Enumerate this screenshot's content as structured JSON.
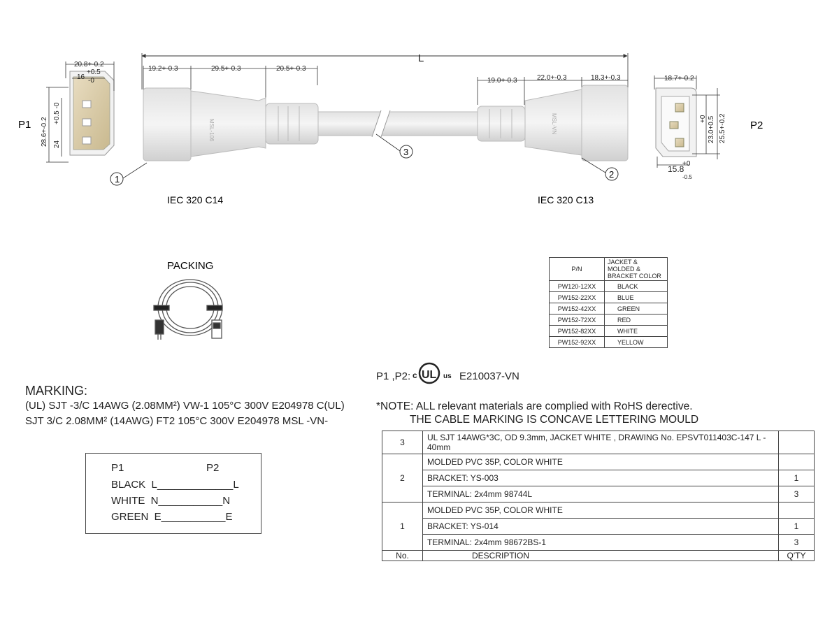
{
  "dims": {
    "overall_length": "L",
    "p1_width": "20.8+-0.2",
    "p1_inner_tol_plus": "+0.5",
    "p1_inner_width": "16",
    "p1_inner_tol_minus": "-0",
    "p1_height": "28.6+-0.2",
    "p1_inner_height": "24",
    "p1_height_tol": "+0.5\n-0",
    "c14_seg1": "19.2+-0.3",
    "c14_seg2": "29.5+-0.3",
    "c14_seg3": "20.5+-0.3",
    "c13_seg1": "19.0+-0.3",
    "c13_seg2": "22.0+-0.3",
    "c13_seg3": "18.3+-0.3",
    "p2_width": "18.7+-0.2",
    "p2_h1": "23.0+0.5",
    "p2_h1_tol": "+0",
    "p2_h2": "25.5+-0.2",
    "p2_bottom": "15.8",
    "p2_bottom_tol_plus": "+0",
    "p2_bottom_tol_minus": "-0.5"
  },
  "labels": {
    "p1": "P1",
    "p2": "P2",
    "c14": "IEC 320 C14",
    "c13": "IEC 320 C13",
    "callout1": "1",
    "callout2": "2",
    "callout3": "3",
    "packing": "PACKING",
    "cert_prefix": "P1 ,P2:",
    "cert_c": "c",
    "cert_ul": "UL",
    "cert_us": "us",
    "cert_number": "E210037-VN"
  },
  "part_table": {
    "headers": [
      "P/N",
      "JACKET & MOLDED & BRACKET COLOR"
    ],
    "rows": [
      [
        "PW120-12XX",
        "BLACK"
      ],
      [
        "PW152-22XX",
        "BLUE"
      ],
      [
        "PW152-42XX",
        "GREEN"
      ],
      [
        "PW152-72XX",
        "RED"
      ],
      [
        "PW152-82XX",
        "WHITE"
      ],
      [
        "PW152-92XX",
        "YELLOW"
      ]
    ]
  },
  "marking": {
    "title": "MARKING:",
    "line1": "(UL) SJT -3/C 14AWG (2.08MM²)  VW-1  105°C  300V  E204978  C(UL)",
    "line2": "SJT 3/C  2.08MM² (14AWG)  FT2  105°C  300V  E204978  MSL -VN-"
  },
  "note": {
    "line1": "*NOTE: ALL relevant materials are complied with RoHS derective.",
    "line2": "THE CABLE MARKING IS CONCAVE LETTERING MOULD"
  },
  "bom": {
    "item3": {
      "no": "3",
      "desc": "UL SJT 14AWG*3C, OD 9.3mm, JACKET WHITE  , DRAWING No. EPSVT011403C-147 L - 40mm",
      "qty": ""
    },
    "item2": {
      "no": "2",
      "rows": [
        {
          "desc": "MOLDED PVC  35P, COLOR WHITE",
          "qty": ""
        },
        {
          "desc": "BRACKET: YS-003",
          "qty": "1"
        },
        {
          "desc": "TERMINAL: 2x4mm  98744L",
          "qty": "3"
        }
      ]
    },
    "item1": {
      "no": "1",
      "rows": [
        {
          "desc": "MOLDED PVC  35P, COLOR WHITE",
          "qty": ""
        },
        {
          "desc": "BRACKET: YS-014",
          "qty": "1"
        },
        {
          "desc": "TERMINAL: 2x4mm  98672BS-1",
          "qty": "3"
        }
      ]
    },
    "footer": {
      "no": "No.",
      "desc": "DESCRIPTION",
      "qty": "Q'TY"
    }
  },
  "wiring": {
    "h1": "P1",
    "h2": "P2",
    "rows": [
      "BLACK  L_____________L",
      "WHITE  N___________N",
      "GREEN  E___________E"
    ]
  },
  "colors": {
    "line": "#333333",
    "plug_body": "#ededed",
    "plug_shade": "#d6d6d6",
    "pin": "#d9c89a"
  }
}
